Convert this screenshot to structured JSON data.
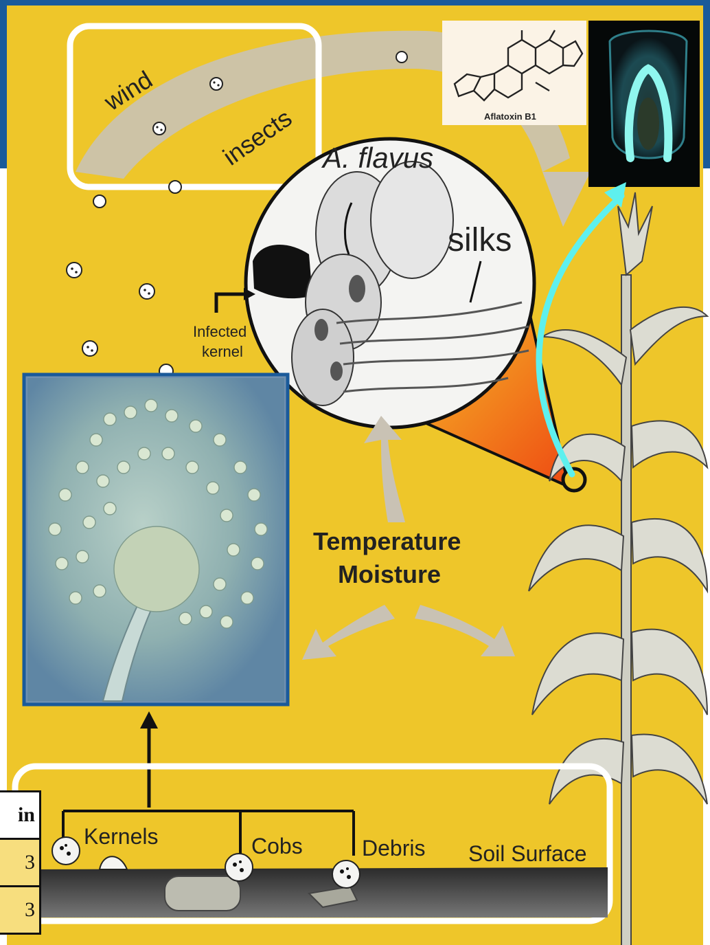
{
  "labels": {
    "wind": "wind",
    "insects": "insects",
    "a_flavus": "A. flavus",
    "silks": "silks",
    "infected_line1": "Infected",
    "infected_line2": "kernel",
    "temperature": "Temperature",
    "moisture": "Moisture",
    "kernels": "Kernels",
    "cobs": "Cobs",
    "debris": "Debris",
    "soil_surface": "Soil Surface",
    "aflatoxin": "Aflatoxin B1"
  },
  "table_fragment": {
    "header": "in",
    "rows": [
      "3",
      "3"
    ]
  },
  "colors": {
    "background": "#eec62a",
    "frame_blue": "#1a5a9a",
    "arrow_cyan": "#5ef0ee",
    "cone_orange": "#f08a14",
    "highlight_box": "#ffffff"
  },
  "icons": [
    "spore-icon",
    "conidiophore-micrograph",
    "aflatoxin-structure",
    "uv-kernel-photo",
    "corn-plant"
  ]
}
